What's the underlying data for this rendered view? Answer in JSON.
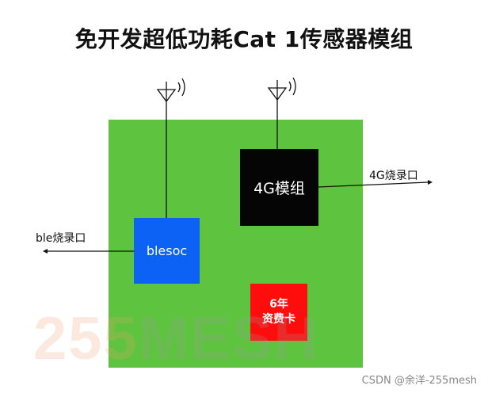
{
  "title": "免开发超低功耗Cat 1传感器模组",
  "modules": {
    "lte": {
      "label": "4G模组"
    },
    "ble": {
      "label": "blesoc"
    },
    "sim": {
      "line1": "6年",
      "line2": "资费卡"
    }
  },
  "ports": {
    "lte": "4G烧录口",
    "ble": "ble烧录口"
  },
  "colors": {
    "board": "#5ec43f",
    "lte_module": "#050505",
    "ble_module": "#0b62f5",
    "sim": "#ff0d0d"
  },
  "watermark": {
    "part1": "255",
    "part2": "MESH"
  },
  "credit": "CSDN @余洋-255mesh"
}
